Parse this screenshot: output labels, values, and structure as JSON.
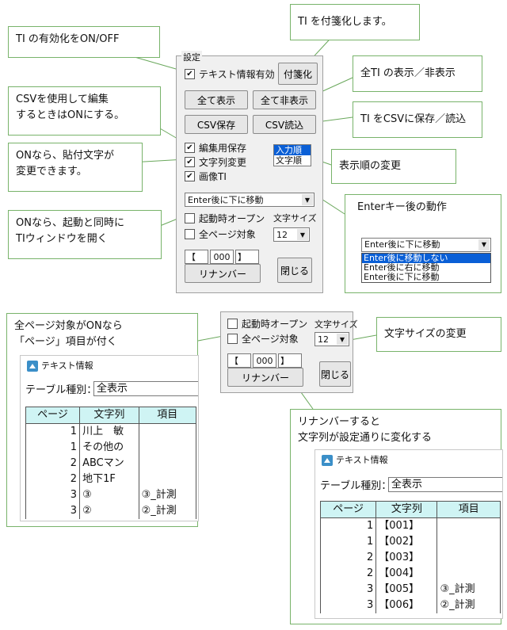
{
  "callouts": {
    "enable_ti": "TI の有効化をON/OFF",
    "sticky": "TI を付箋化します。",
    "show_hide": "全TI の表示／非表示",
    "csv_edit": "CSVを使用して編集\nするときはONにする。",
    "csv_io": "TI をCSVに保存／読込",
    "text_change": "ONなら、貼付文字が\n変更できます。",
    "sort_change": "表示順の変更",
    "enter_action": "Enterキー後の動作",
    "startup_open": "ONなら、起動と同時に\nTIウィンドウを開く",
    "all_pages": "全ページ対象がONなら\n「ページ」項目が付く",
    "font_size": "文字サイズの変更",
    "renumber": "リナンバーすると\n文字列が設定通りに変化する"
  },
  "panel": {
    "group_title": "設定",
    "text_info_enabled": "テキスト情報有効",
    "sticky_button": "付箋化",
    "show_all": "全て表示",
    "hide_all": "全て非表示",
    "csv_save": "CSV保存",
    "csv_load": "CSV読込",
    "edit_save": "編集用保存",
    "text_change": "文字列変更",
    "image_ti": "画像TI",
    "sort_options": [
      "入力順",
      "文字順"
    ],
    "enter_value": "Enter後に下に移動",
    "startup_open": "起動時オープン",
    "all_pages": "全ページ対象",
    "font_size_label": "文字サイズ",
    "font_size": "12",
    "prefix": "【",
    "number": "000",
    "suffix": "】",
    "renumber": "リナンバー",
    "close": "閉じる"
  },
  "enter_dropdown": {
    "value": "Enter後に下に移動",
    "options": [
      "Enter後に移動しない",
      "Enter後に右に移動",
      "Enter後に下に移動"
    ]
  },
  "window": {
    "title": "テキスト情報",
    "table_kind_label": "テーブル種別：",
    "table_kind": "全表示",
    "headers": [
      "ページ",
      "文字列",
      "項目"
    ]
  },
  "before_rows": [
    [
      "1",
      "川上　敏",
      ""
    ],
    [
      "1",
      "その他の",
      ""
    ],
    [
      "2",
      "ABCマン",
      ""
    ],
    [
      "2",
      "地下1F",
      ""
    ],
    [
      "3",
      "③",
      "③_計測"
    ],
    [
      "3",
      "②",
      "②_計測"
    ]
  ],
  "after_rows": [
    [
      "1",
      "【001】",
      ""
    ],
    [
      "1",
      "【002】",
      ""
    ],
    [
      "2",
      "【003】",
      ""
    ],
    [
      "2",
      "【004】",
      ""
    ],
    [
      "3",
      "【005】",
      "③_計測"
    ],
    [
      "3",
      "【006】",
      "②_計測"
    ]
  ],
  "colors": {
    "callout_border": "#78b36a",
    "header_bg": "#cff4f4",
    "selection": "#0a5fd6"
  }
}
